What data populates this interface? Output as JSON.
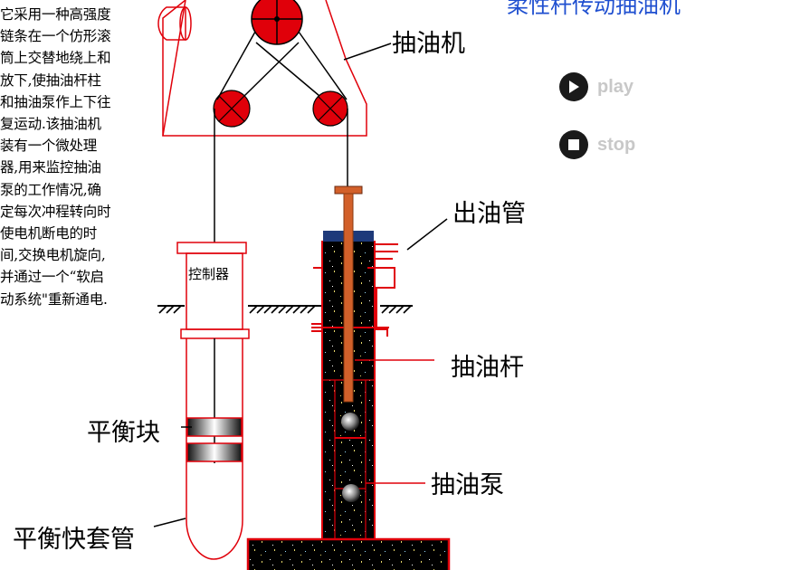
{
  "title": "柔性杆传动抽油机",
  "description": "它采用一种高强度\n链条在一个仿形滚\n筒上交替地绕上和\n放下,使抽油杆柱\n和抽油泵作上下往\n复运动.该抽油机\n装有一个微处理\n器,用来监控抽油\n泵的工作情况,确\n定每次冲程转向时\n使电机断电的时\n间,交换电机旋向,\n并通过一个“软启\n动系统\"重新通电.",
  "labels": {
    "pumping_unit": "抽油机",
    "outlet_pipe": "出油管",
    "sucker_rod": "抽油杆",
    "oil_pump": "抽油泵",
    "counterweight": "平衡块",
    "counterweight_sleeve": "平衡快套管",
    "controller": "控制器"
  },
  "controls": {
    "play_label": "play",
    "stop_label": "stop"
  },
  "colors": {
    "frame": "#e0000a",
    "oil": "#000000",
    "rod": "#d2602a",
    "title": "#1f4fd0",
    "button_text": "#c8c8c8"
  },
  "icons": [
    "play-icon",
    "stop-icon"
  ]
}
